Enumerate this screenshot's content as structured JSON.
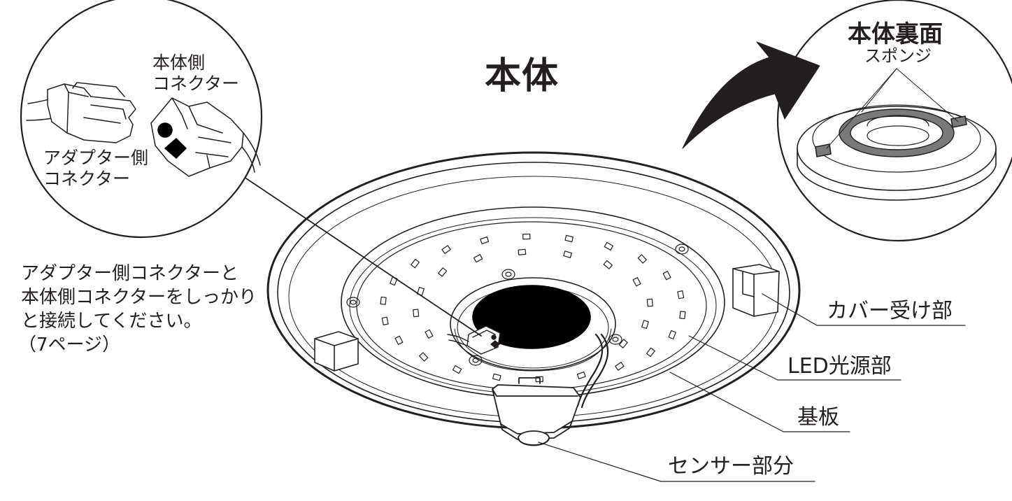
{
  "title": "本体",
  "detail_connector": {
    "body_connector_label": [
      "本体側",
      "コネクター"
    ],
    "adapter_connector_label": [
      "アダプター側",
      "コネクター"
    ]
  },
  "detail_back": {
    "title": "本体裏面",
    "sponge_label": "スポンジ"
  },
  "instruction": [
    "アダプター側コネクターと",
    "本体側コネクターをしっかり",
    "と接続してください。",
    "（7ページ）"
  ],
  "callouts": {
    "cover_holder": "カバー受け部",
    "led_source": "LED光源部",
    "board": "基板",
    "sensor": "センサー部分"
  },
  "colors": {
    "line": "#231f20",
    "fill_dark": "#000000",
    "sponge_gray": "#7a7a7a",
    "background": "#ffffff"
  }
}
